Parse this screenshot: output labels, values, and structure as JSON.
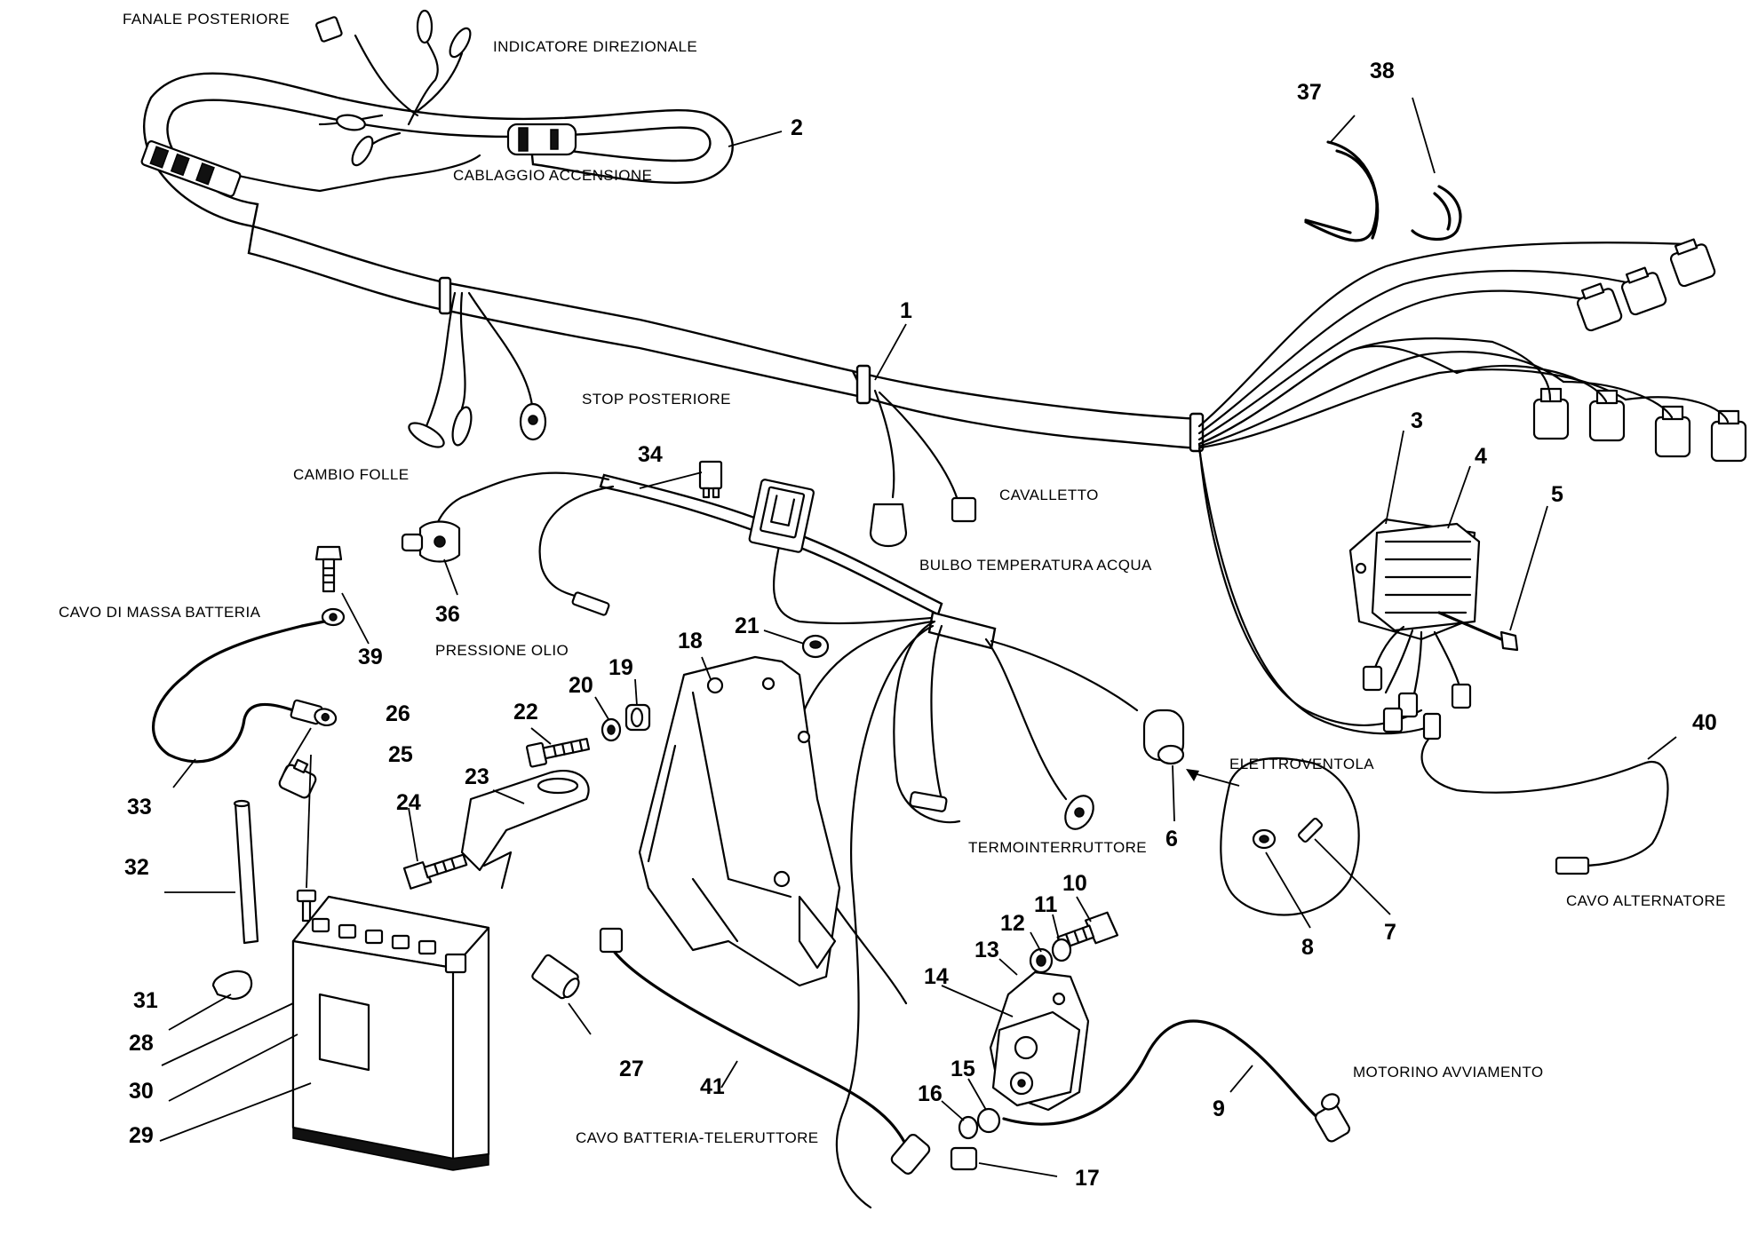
{
  "labels": {
    "fanale_posteriore": "FANALE POSTERIORE",
    "indicatore_direzionale": "INDICATORE DIREZIONALE",
    "cablaggio_accensione": "CABLAGGIO ACCENSIONE",
    "stop_posteriore": "STOP POSTERIORE",
    "cambio_folle": "CAMBIO FOLLE",
    "cavalletto": "CAVALLETTO",
    "bulbo_temperatura_acqua": "BULBO TEMPERATURA ACQUA",
    "cavo_di_massa_batteria": "CAVO DI MASSA BATTERIA",
    "pressione_olio": "PRESSIONE OLIO",
    "elettroventola": "ELETTROVENTOLA",
    "termointerruttore": "TERMOINTERRUTTORE",
    "cavo_alternatore": "CAVO ALTERNATORE",
    "motorino_avviamento": "MOTORINO AVVIAMENTO",
    "cavo_batteria_teleruttore": "CAVO BATTERIA-TELERUTTORE"
  },
  "callouts": {
    "n1": "1",
    "n2": "2",
    "n3": "3",
    "n4": "4",
    "n5": "5",
    "n6": "6",
    "n7": "7",
    "n8": "8",
    "n9": "9",
    "n10": "10",
    "n11": "11",
    "n12": "12",
    "n13": "13",
    "n14": "14",
    "n15": "15",
    "n16": "16",
    "n17": "17",
    "n18": "18",
    "n19": "19",
    "n20": "20",
    "n21": "21",
    "n22": "22",
    "n23": "23",
    "n24": "24",
    "n25": "25",
    "n26": "26",
    "n27": "27",
    "n28": "28",
    "n29": "29",
    "n30": "30",
    "n31": "31",
    "n32": "32",
    "n33": "33",
    "n34": "34",
    "n36": "36",
    "n37": "37",
    "n38": "38",
    "n39": "39",
    "n40": "40",
    "n41": "41"
  }
}
